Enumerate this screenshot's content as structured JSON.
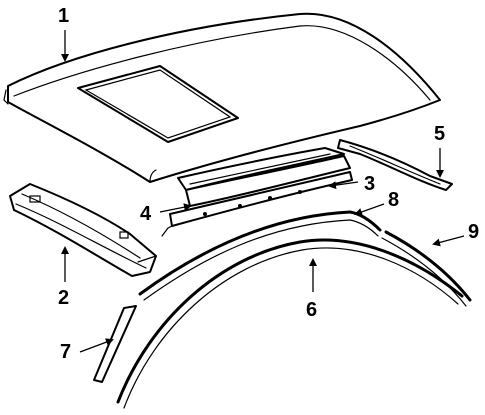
{
  "callouts": [
    {
      "id": "1",
      "label": "1"
    },
    {
      "id": "2",
      "label": "2"
    },
    {
      "id": "3",
      "label": "3"
    },
    {
      "id": "4",
      "label": "4"
    },
    {
      "id": "5",
      "label": "5"
    },
    {
      "id": "6",
      "label": "6"
    },
    {
      "id": "7",
      "label": "7"
    },
    {
      "id": "8",
      "label": "8"
    },
    {
      "id": "9",
      "label": "9"
    }
  ],
  "colors": {
    "ink": "#000000",
    "background": "#ffffff"
  }
}
